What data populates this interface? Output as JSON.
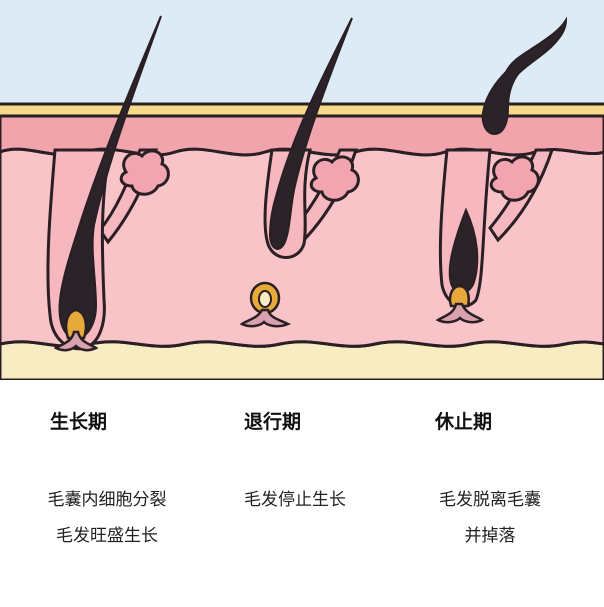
{
  "colors": {
    "sky": "#dcebf6",
    "outline": "#2a1f24",
    "yellow_band": "#f6d98a",
    "epidermis": "#f1a4ac",
    "dermis": "#f8c4c8",
    "fat_layer": "#f8ecc2",
    "hair": "#2a2328",
    "bulb_gold": "#e6a93a",
    "papilla": "#d9a0ad",
    "gland": "#f7b7bf"
  },
  "stages": [
    {
      "title": "生长期",
      "desc": [
        "毛囊内细胞分裂",
        "毛发旺盛生长"
      ]
    },
    {
      "title": "退行期",
      "desc": [
        "毛发停止生长"
      ]
    },
    {
      "title": "休止期",
      "desc": [
        "毛发脱离毛囊",
        "并掉落"
      ]
    }
  ]
}
